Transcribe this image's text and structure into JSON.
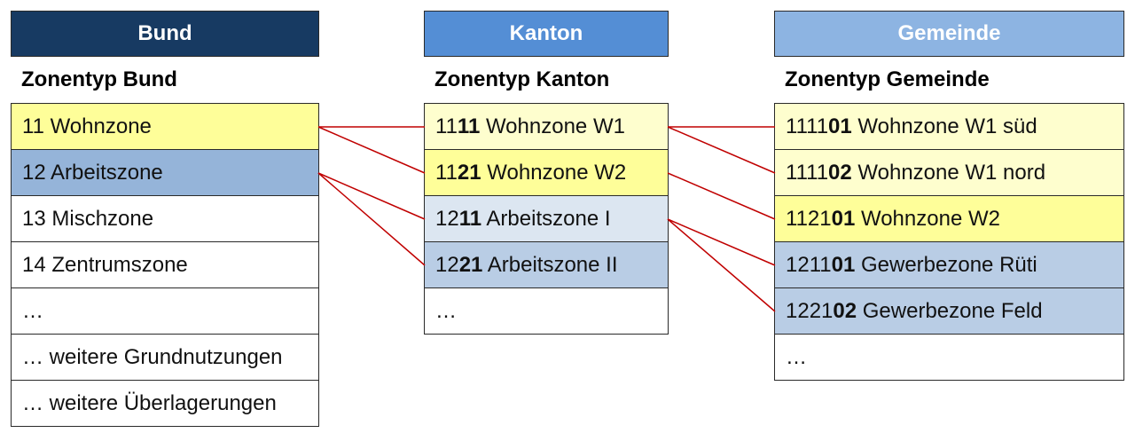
{
  "colors": {
    "bund_header": "#173a62",
    "kanton_header": "#548ed5",
    "gemeinde_header": "#8db4e2",
    "yellow_strong": "#fefe99",
    "yellow_light": "#fefece",
    "blue_strong": "#b9cde5",
    "blue_medium": "#95b4d9",
    "blue_light": "#dce6f1",
    "white": "#ffffff",
    "connector": "#c00000"
  },
  "columns": [
    {
      "id": "bund",
      "header": "Bund",
      "subtitle": "Zonentyp Bund",
      "header_color": "#173a62",
      "rows": [
        {
          "prefix": "11 Wohnzone",
          "code": "",
          "label": "",
          "fill": "#fefe99"
        },
        {
          "prefix": "12 Arbeitszone",
          "code": "",
          "label": "",
          "fill": "#95b4d9"
        },
        {
          "prefix": "13 Mischzone",
          "code": "",
          "label": "",
          "fill": "#ffffff"
        },
        {
          "prefix": "14 Zentrumszone",
          "code": "",
          "label": "",
          "fill": "#ffffff"
        },
        {
          "prefix": "…",
          "code": "",
          "label": "",
          "fill": "#ffffff"
        },
        {
          "prefix": "… weitere Grundnutzungen",
          "code": "",
          "label": "",
          "fill": "#ffffff"
        },
        {
          "prefix": "… weitere Überlagerungen",
          "code": "",
          "label": "",
          "fill": "#ffffff"
        }
      ]
    },
    {
      "id": "kanton",
      "header": "Kanton",
      "subtitle": "Zonentyp Kanton",
      "header_color": "#548ed5",
      "rows": [
        {
          "prefix": "11",
          "code": "11",
          "label": " Wohnzone W1",
          "fill": "#fefece"
        },
        {
          "prefix": "11",
          "code": "21",
          "label": " Wohnzone W2",
          "fill": "#fefe99"
        },
        {
          "prefix": "12",
          "code": "11",
          "label": " Arbeitszone I",
          "fill": "#dce6f1"
        },
        {
          "prefix": "12",
          "code": "21",
          "label": " Arbeitszone II",
          "fill": "#b9cde5"
        },
        {
          "prefix": "…",
          "code": "",
          "label": "",
          "fill": "#ffffff"
        }
      ]
    },
    {
      "id": "gemeinde",
      "header": "Gemeinde",
      "subtitle": "Zonentyp Gemeinde",
      "header_color": "#8db4e2",
      "rows": [
        {
          "prefix": "1111",
          "code": "01",
          "label": " Wohnzone W1 süd",
          "fill": "#fefece"
        },
        {
          "prefix": "1111",
          "code": "02",
          "label": " Wohnzone W1 nord",
          "fill": "#fefece"
        },
        {
          "prefix": "1121",
          "code": "01",
          "label": " Wohnzone W2",
          "fill": "#fefe99"
        },
        {
          "prefix": "1211",
          "code": "01",
          "label": " Gewerbezone Rüti",
          "fill": "#b9cde5"
        },
        {
          "prefix": "1221",
          "code": "02",
          "label": " Gewerbezone Feld",
          "fill": "#b9cde5"
        },
        {
          "prefix": "…",
          "code": "",
          "label": "",
          "fill": "#ffffff"
        }
      ]
    }
  ],
  "connections": [
    {
      "from": "bund",
      "from_row": 0,
      "to": "kanton",
      "to_row": 0
    },
    {
      "from": "bund",
      "from_row": 0,
      "to": "kanton",
      "to_row": 1
    },
    {
      "from": "bund",
      "from_row": 1,
      "to": "kanton",
      "to_row": 2
    },
    {
      "from": "bund",
      "from_row": 1,
      "to": "kanton",
      "to_row": 3
    },
    {
      "from": "kanton",
      "from_row": 0,
      "to": "gemeinde",
      "to_row": 0
    },
    {
      "from": "kanton",
      "from_row": 0,
      "to": "gemeinde",
      "to_row": 1
    },
    {
      "from": "kanton",
      "from_row": 1,
      "to": "gemeinde",
      "to_row": 2
    },
    {
      "from": "kanton",
      "from_row": 2,
      "to": "gemeinde",
      "to_row": 3
    },
    {
      "from": "kanton",
      "from_row": 2,
      "to": "gemeinde",
      "to_row": 4
    }
  ]
}
